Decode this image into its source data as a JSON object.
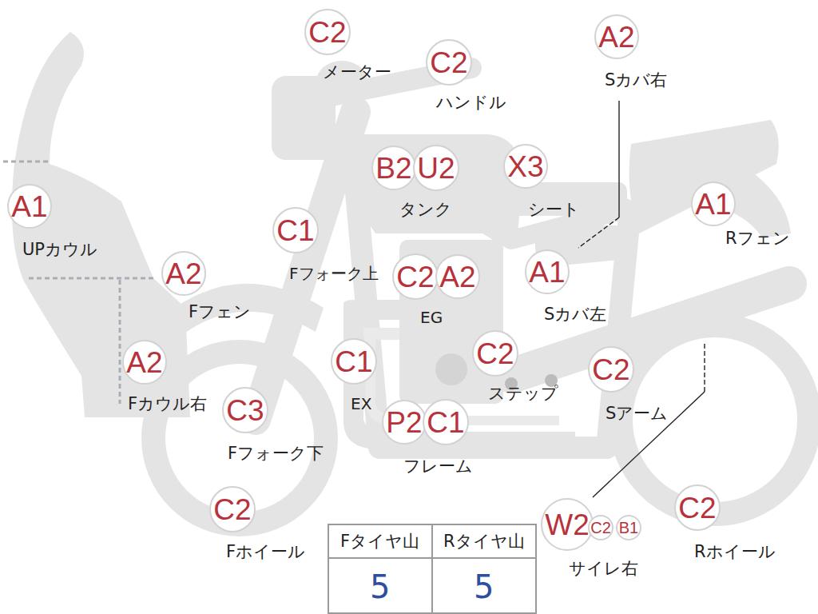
{
  "diagram": {
    "nodes": [
      {
        "text": [
          "C2"
        ]
      },
      {
        "text": [
          "A2"
        ]
      },
      {
        "text": [
          "C2"
        ]
      },
      {
        "text": [
          "B2"
        ]
      },
      {
        "text": [
          "U2"
        ]
      },
      {
        "text": [
          "X3"
        ]
      },
      {
        "text": [
          "A1"
        ]
      },
      {
        "text": [
          "A1"
        ]
      },
      {
        "text": [
          "C1"
        ]
      },
      {
        "text": [
          "A2"
        ]
      },
      {
        "text": [
          "C2"
        ]
      },
      {
        "text": [
          "A2"
        ]
      },
      {
        "text": [
          "A1"
        ]
      },
      {
        "text": [
          "C1"
        ]
      },
      {
        "text": [
          "A2"
        ]
      },
      {
        "text": [
          "C2"
        ]
      },
      {
        "text": [
          "C2"
        ]
      },
      {
        "text": [
          "C3"
        ]
      },
      {
        "text": [
          "P2"
        ]
      },
      {
        "text": [
          "C1"
        ]
      },
      {
        "text": [
          "C2"
        ]
      },
      {
        "text": [
          "W2"
        ]
      },
      {
        "text": [
          "C2"
        ]
      },
      {
        "text": [
          "B1"
        ]
      },
      {
        "text": [
          "C2"
        ]
      }
    ],
    "labels": [
      "メーター",
      "Sカバ右",
      "ハンドル",
      "タンク",
      "シート",
      "UPカウル",
      "Rフェン",
      "Fフォーク上",
      "Fフェン",
      "EG",
      "Sカバ左",
      "EX",
      "Fカウル右",
      "ステップ",
      "Sアーム",
      "Fフォーク下",
      "フレーム",
      "Fホイール",
      "サイレ右",
      "Rホイール",
      "Fタイヤ山",
      "Rタイヤ山",
      "5",
      "5"
    ]
  }
}
